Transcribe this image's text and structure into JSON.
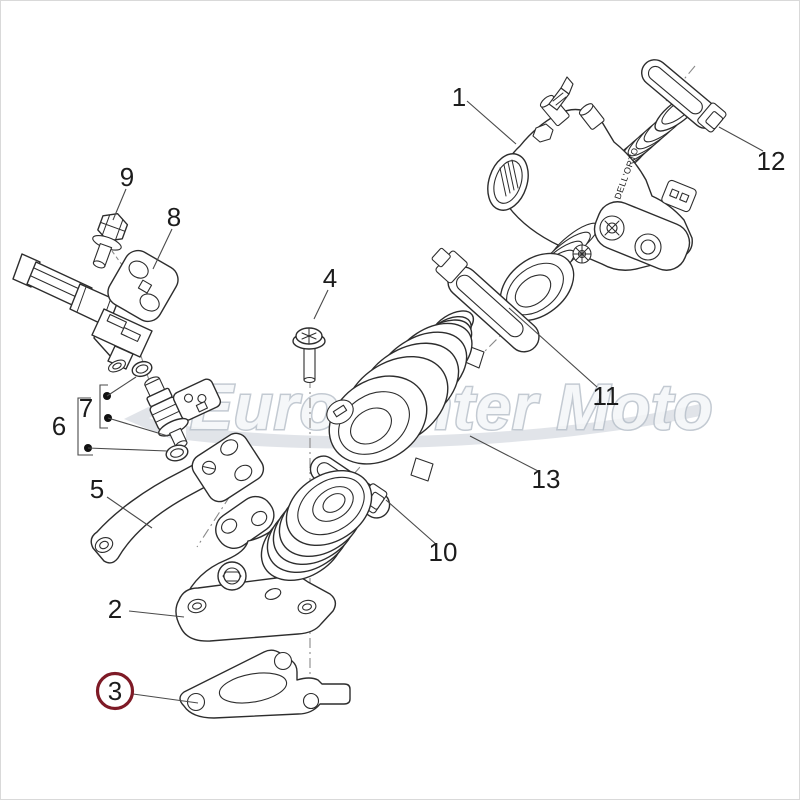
{
  "diagram": {
    "watermark_text": "Eurocenter Moto",
    "part_marking": "DELL'ORTO",
    "highlighted_callout": "3",
    "callouts": {
      "n1": "1",
      "n2": "2",
      "n3": "3",
      "n4": "4",
      "n5": "5",
      "n6": "6",
      "n7": "7",
      "n8": "8",
      "n9": "9",
      "n10": "10",
      "n11": "11",
      "n12": "12",
      "n13": "13"
    },
    "colors": {
      "line": "#2d2d2d",
      "leader": "#4a4a4a",
      "centerline": "#8a8a8a",
      "watermark": "#b9c1cb",
      "highlight_ring": "#7e1a26",
      "background": "#ffffff"
    }
  }
}
